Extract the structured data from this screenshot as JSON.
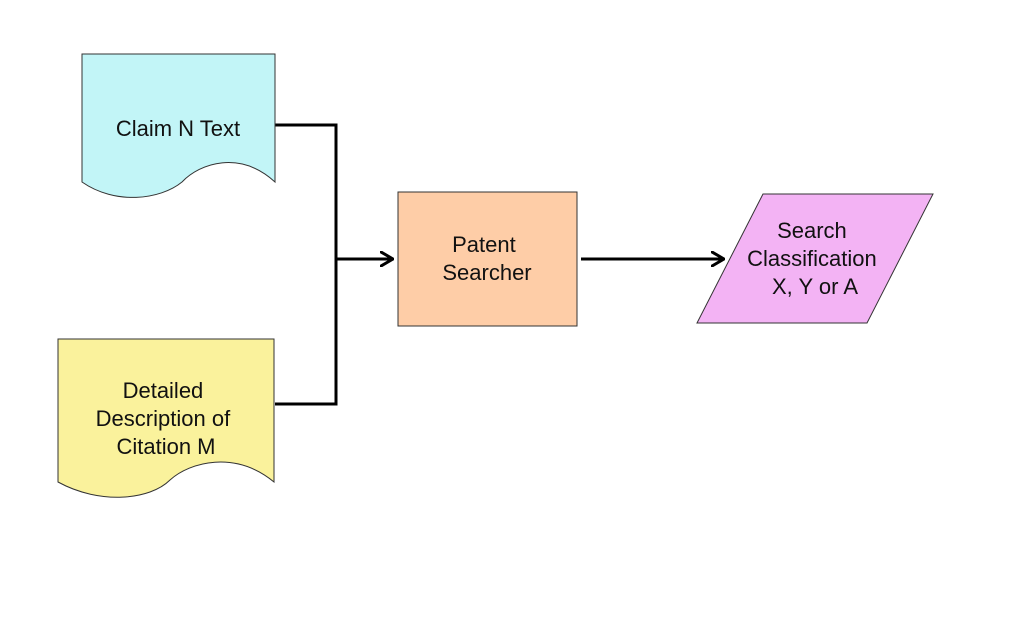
{
  "diagram": {
    "nodes": {
      "claim_text": {
        "shape": "document",
        "lines": [
          "Claim N Text"
        ],
        "fill": "#c2f5f7"
      },
      "citation_description": {
        "shape": "document",
        "lines": [
          "Detailed",
          "Description of",
          "Citation M"
        ],
        "fill": "#faf29c"
      },
      "patent_searcher": {
        "shape": "process",
        "lines": [
          "Patent",
          "Searcher"
        ],
        "fill": "#fecda7"
      },
      "search_classification": {
        "shape": "data",
        "lines": [
          "Search",
          "Classification",
          "X, Y or A"
        ],
        "fill": "#f3b3f4"
      }
    },
    "edges": [
      {
        "from": "claim_text",
        "to": "patent_searcher"
      },
      {
        "from": "citation_description",
        "to": "patent_searcher"
      },
      {
        "from": "patent_searcher",
        "to": "search_classification"
      }
    ],
    "stroke_color": "#333333",
    "connector_color": "#000000"
  }
}
